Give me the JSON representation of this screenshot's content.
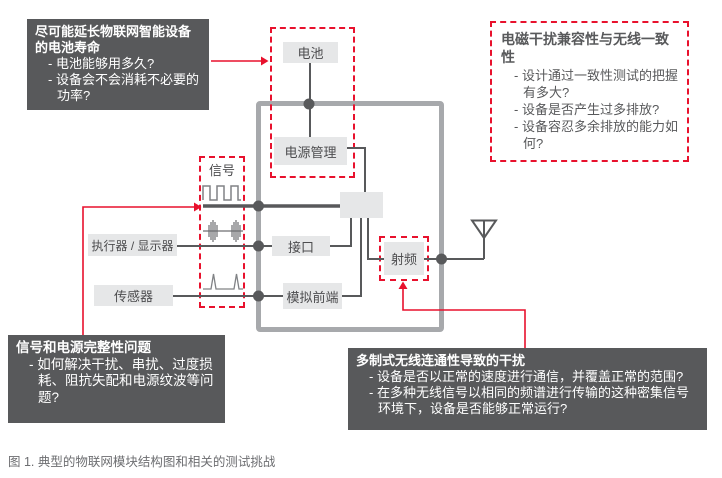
{
  "figure": {
    "caption": "图 1. 典型的物联网模块结构图和相关的测试挑战"
  },
  "colors": {
    "accent_red": "#e8112d",
    "callout_dark_bg": "#58595b",
    "block_fill": "#e6e7e8",
    "module_border": "#a7a9ac",
    "wire": "#58595b",
    "text_dark": "#4d4d4f",
    "caption_gray": "#6d6e71"
  },
  "blocks": {
    "battery": "电池",
    "power_mgmt": "电源管理",
    "interface": "接口",
    "analog_frontend": "模拟前端",
    "rf": "射频",
    "signal": "信号",
    "actuator_display": "执行器 / 显示器",
    "sensor": "传感器"
  },
  "callouts": {
    "battery_life": {
      "title": "尽可能延长物联网智能设备的电池寿命",
      "bullets": [
        "- 电池能够用多久?",
        "- 设备会不会消耗不必要的功率?"
      ]
    },
    "emc": {
      "title": "电磁干扰兼容性与无线一致性",
      "bullets": [
        "- 设计通过一致性测试的把握有多大?",
        "- 设备是否产生过多排放?",
        "- 设备容忍多余排放的能力如何?"
      ]
    },
    "integrity": {
      "title": "信号和电源完整性问题",
      "bullets": [
        "- 如何解决干扰、串扰、过度损耗、阻抗失配和电源纹波等问题?"
      ]
    },
    "wireless": {
      "title": "多制式无线连通性导致的干扰",
      "bullets": [
        "- 设备是否以正常的速度进行通信，并覆盖正常的范围?",
        "- 在多种无线信号以相同的频谱进行传输的这种密集信号环境下，设备是否能够正常运行?"
      ]
    }
  },
  "icons": {
    "antenna": "antenna-icon",
    "square_wave": "square-wave-icon",
    "burst_wave": "burst-wave-icon",
    "pulse_wave": "pulse-wave-icon"
  }
}
